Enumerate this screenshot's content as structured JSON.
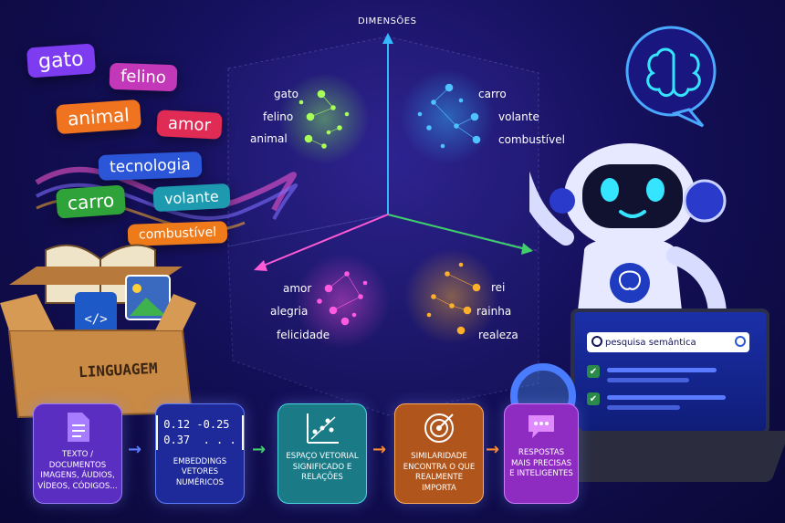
{
  "header": {
    "dimensions_label": "DIMENSÕES"
  },
  "words": [
    {
      "text": "gato",
      "color": "#7d3cf0"
    },
    {
      "text": "felino",
      "color": "#c338b8"
    },
    {
      "text": "animal",
      "color": "#f0731f"
    },
    {
      "text": "amor",
      "color": "#e02b55"
    },
    {
      "text": "tecnologia",
      "color": "#2b56d8"
    },
    {
      "text": "carro",
      "color": "#2fa23a"
    },
    {
      "text": "volante",
      "color": "#1d9ab0"
    },
    {
      "text": "combustível",
      "color": "#ef7a1a"
    }
  ],
  "box_label": "LINGUAGEM",
  "clusters": {
    "green": [
      "gato",
      "felino",
      "animal"
    ],
    "blue": [
      "carro",
      "volante",
      "combustível"
    ],
    "pink": [
      "amor",
      "alegria",
      "felicidade"
    ],
    "orange": [
      "rei",
      "rainha",
      "realeza"
    ]
  },
  "laptop": {
    "search_placeholder": "pesquisa semântica"
  },
  "pipeline": [
    {
      "title": "TEXTO / DOCUMENTOS",
      "sub1": "IMAGENS, ÁUDIOS,",
      "sub2": "VÍDEOS, CÓDIGOS...",
      "icon": "document-icon",
      "bg": "#5a2ec0"
    },
    {
      "title": "EMBEDDINGS",
      "sub1": "VETORES NUMÉRICOS",
      "sub2": "",
      "icon": "vector-icon",
      "bg": "#1e2a9a",
      "vec": [
        "0.12",
        "-0.25",
        "0.37",
        ". . ."
      ]
    },
    {
      "title": "ESPAÇO VETORIAL",
      "sub1": "SIGNIFICADO E RELAÇÕES",
      "sub2": "",
      "icon": "scatter-icon",
      "bg": "#1a7a86"
    },
    {
      "title": "SIMILARIDADE",
      "sub1": "ENCONTRA O QUE",
      "sub2": "REALMENTE IMPORTA",
      "icon": "target-icon",
      "bg": "#b0561c"
    },
    {
      "title": "RESPOSTAS",
      "sub1": "MAIS PRECISAS",
      "sub2": "E INTELIGENTES",
      "icon": "chat-icon",
      "bg": "#8e2bc0"
    }
  ],
  "colors": {
    "arrow1": "#5b7cff",
    "arrow2": "#3fd06b",
    "arrow3": "#ff8a2a",
    "arrow4": "#ff8a2a",
    "cyan": "#35e4ff"
  }
}
